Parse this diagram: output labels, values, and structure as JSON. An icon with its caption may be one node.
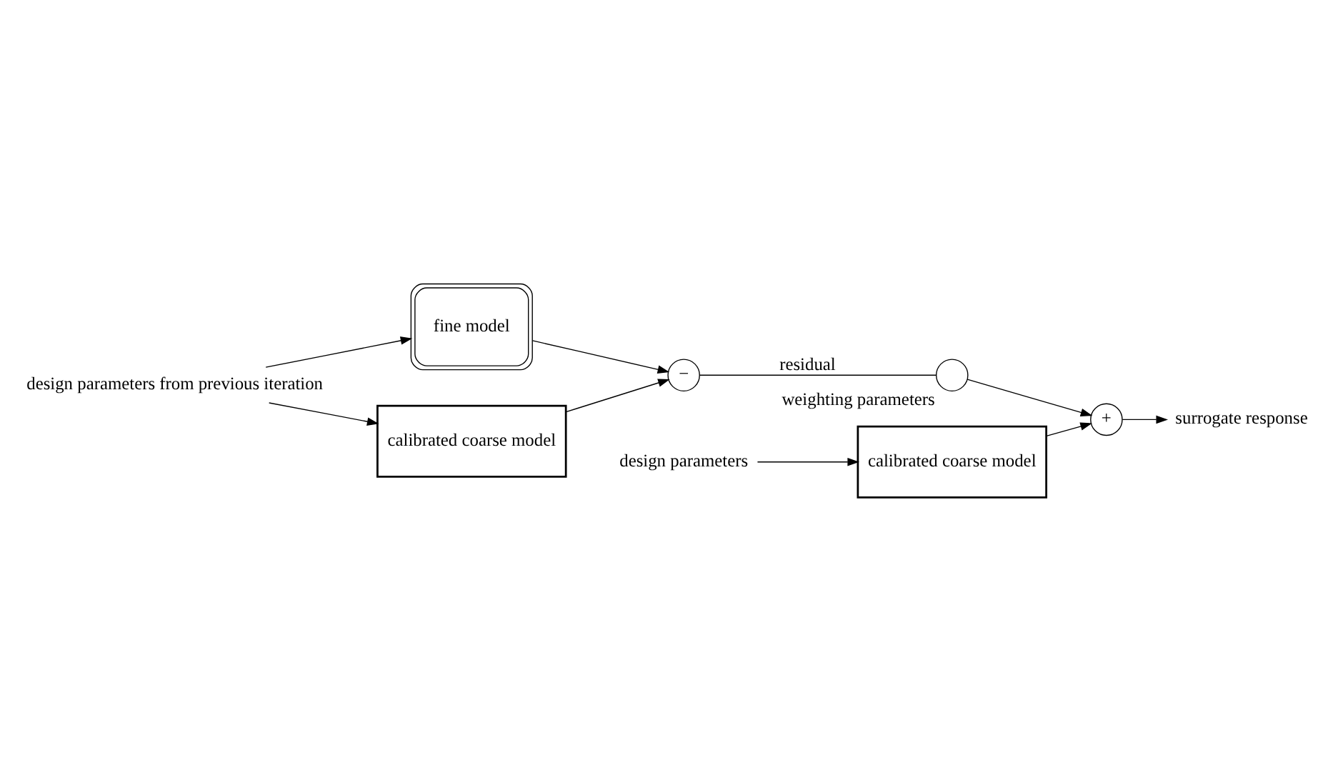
{
  "diagram": {
    "nodes": [
      {
        "text": [
          "design parameters from previous iteration"
        ]
      },
      {
        "text": [
          "fine model"
        ]
      },
      {
        "text": [
          "calibrated coarse model"
        ]
      },
      {
        "text": [
          "−"
        ]
      },
      {
        "text": [],
        "shape": "circle",
        "beside": [
          "weighting parameters"
        ]
      },
      {
        "text": [
          "+"
        ]
      },
      {
        "text": [
          "design parameters"
        ]
      },
      {
        "text": [
          "calibrated coarse model"
        ]
      },
      {
        "text": [
          "surrogate response"
        ]
      }
    ],
    "edges": [
      {
        "from": 0,
        "to": 1,
        "arrow": "to"
      },
      {
        "from": 0,
        "to": 2,
        "arrow": "to"
      },
      {
        "from": 1,
        "to": 3,
        "arrow": "to"
      },
      {
        "from": 2,
        "to": 3,
        "arrow": "to"
      },
      {
        "from": 3,
        "to": 4,
        "arrow": "none",
        "label": "residual"
      },
      {
        "from": 4,
        "to": 5,
        "arrow": "to"
      },
      {
        "from": 6,
        "to": 7,
        "arrow": "to"
      },
      {
        "from": 7,
        "to": 5,
        "arrow": "to"
      },
      {
        "from": 5,
        "to": 8,
        "arrow": "to"
      }
    ]
  }
}
